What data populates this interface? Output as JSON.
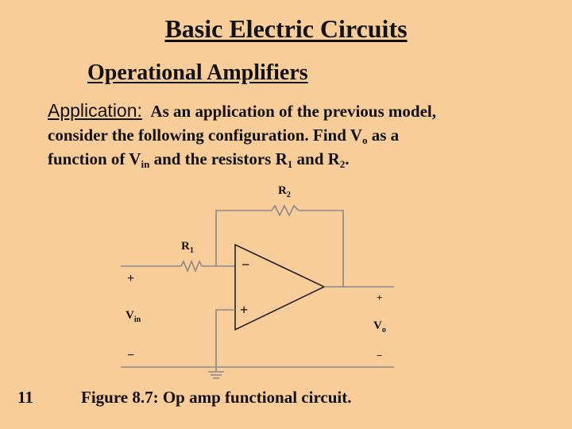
{
  "slide": {
    "title": "Basic Electric Circuits",
    "subtitle": "Operational Amplifiers",
    "application_label": "Application:",
    "line1": "As an application of the previous model,",
    "line2_a": "consider the following configuration.   Find V",
    "line2_sub": "o",
    "line2_b": " as a",
    "line3_a": "function of V",
    "line3_sub1": "in",
    "line3_b": " and the resistors R",
    "line3_sub2": "1",
    "line3_c": " and R",
    "line3_sub3": "2",
    "line3_d": ".",
    "slide_number": "11",
    "caption": "Figure 8.7:  Op amp functional circuit."
  },
  "circuit": {
    "r2_label": "R",
    "r2_sub": "2",
    "r1_label": "R",
    "r1_sub": "1",
    "vin_label": "V",
    "vin_sub": "in",
    "vo_label": "V",
    "vo_sub": "o",
    "in_plus": "+",
    "in_minus": "−",
    "out_plus": "+",
    "out_minus": "−",
    "opamp_minus": "−",
    "opamp_plus": "+"
  },
  "colors": {
    "background": "#f9cd9a",
    "wire": "#888888",
    "text": "#111111"
  }
}
